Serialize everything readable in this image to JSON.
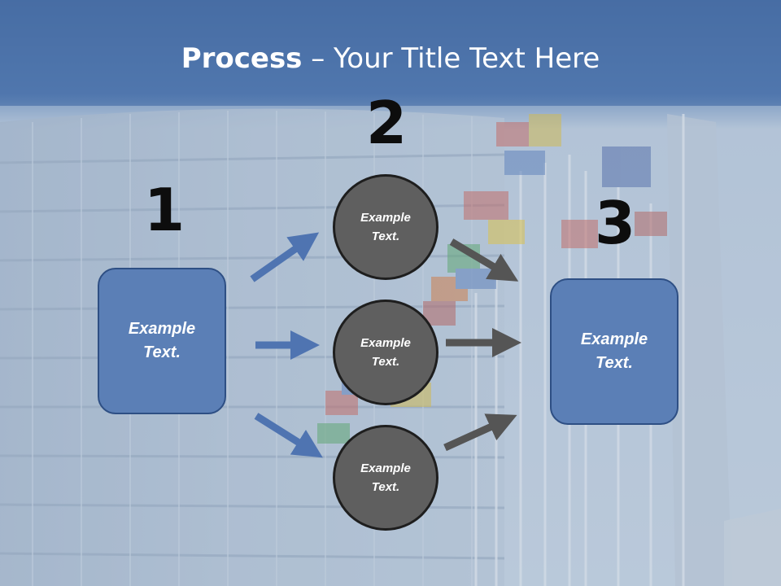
{
  "slide": {
    "title_bold": "Process",
    "title_rest": " – Your Title Text Here",
    "numbers": [
      "1",
      "2",
      "3"
    ],
    "box_left": {
      "line1": "Example",
      "line2": "Text."
    },
    "box_right": {
      "line1": "Example",
      "line2": "Text."
    },
    "circles": [
      {
        "line1": "Example",
        "line2": "Text."
      },
      {
        "line1": "Example",
        "line2": "Text."
      },
      {
        "line1": "Example",
        "line2": "Text."
      }
    ]
  },
  "colors": {
    "header_blue": "#4f75ab",
    "box_fill": "#5b7fb6",
    "box_border": "#2e4f84",
    "circle_fill": "#5f5f5f",
    "arrow_blue": "#4f74b1",
    "arrow_gray": "#555555"
  }
}
